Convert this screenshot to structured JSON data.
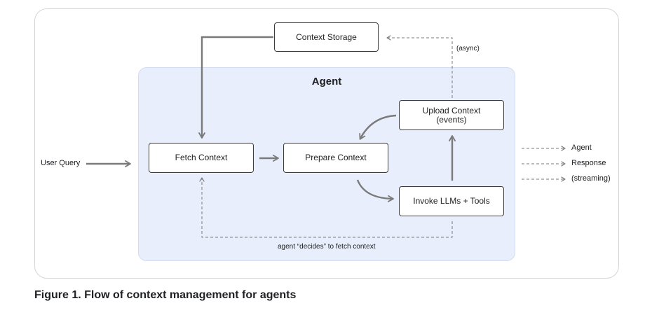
{
  "diagram": {
    "agent_label": "Agent",
    "nodes": {
      "context_storage": "Context Storage",
      "fetch_context": "Fetch Context",
      "prepare_context": "Prepare Context",
      "upload_context": "Upload Context\n(events)",
      "invoke_llms": "Invoke LLMs + Tools"
    },
    "labels": {
      "user_query": "User Query",
      "async": "(async)",
      "decides": "agent “decides” to fetch context",
      "response_line1": "Agent",
      "response_line2": "Response",
      "response_line3": "(streaming)"
    },
    "colors": {
      "arrow": "#7a7a7a",
      "agent_panel": "#e8eefb",
      "node_border": "#3c3c3c"
    }
  },
  "caption": "Figure 1. Flow of context management for agents"
}
